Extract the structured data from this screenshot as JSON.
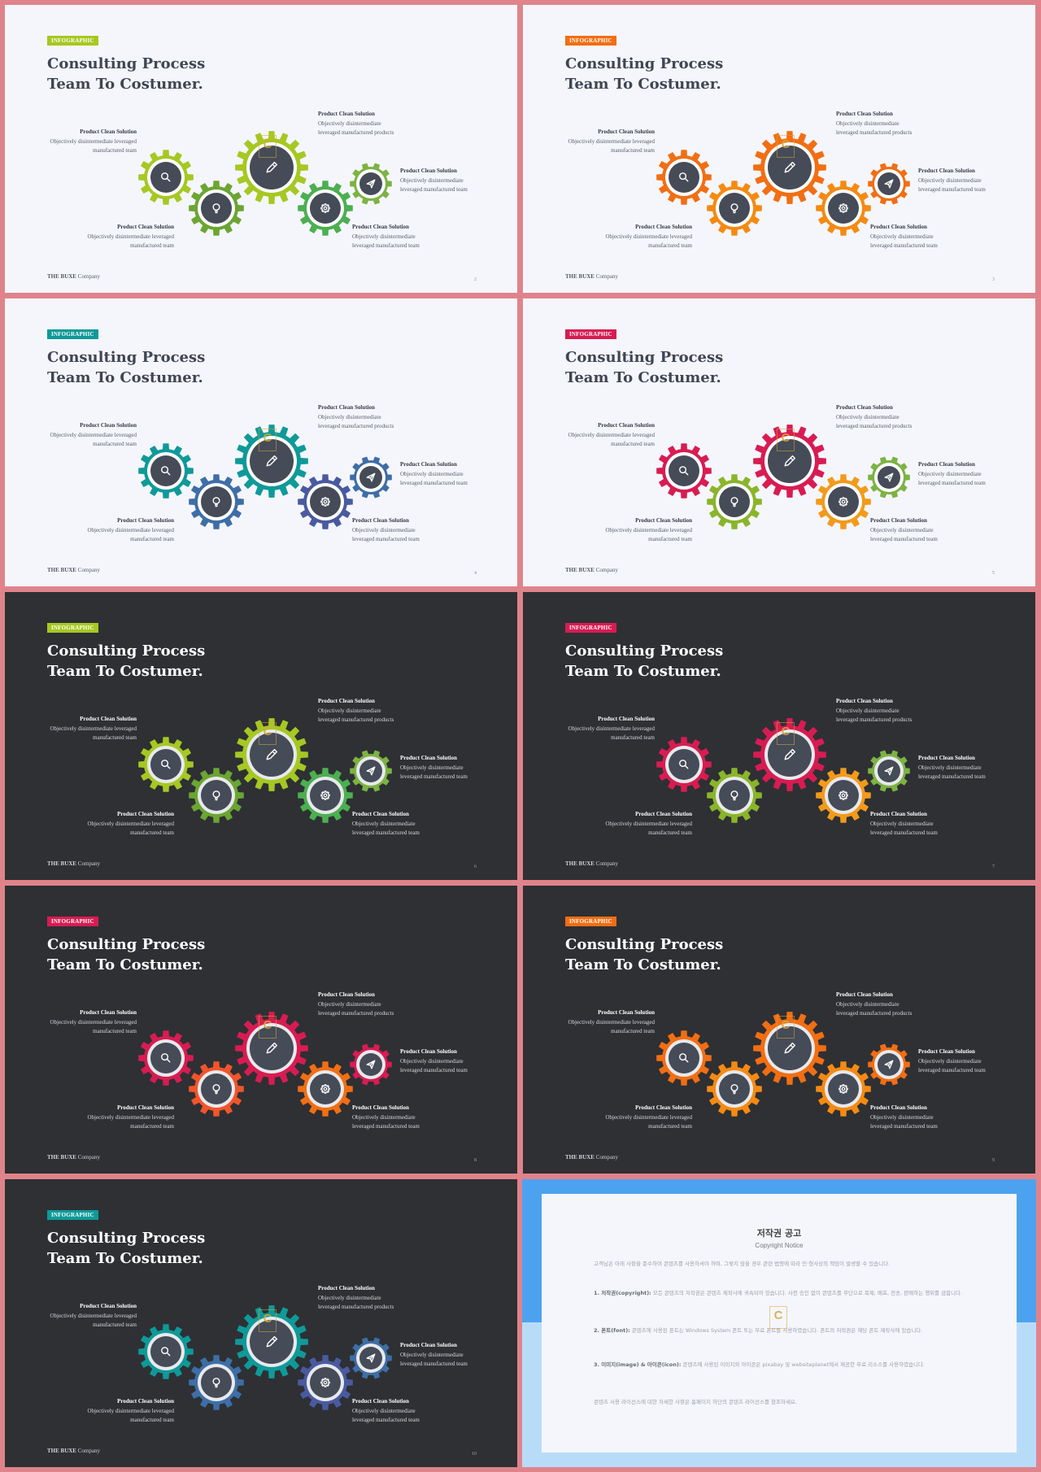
{
  "slide_text": {
    "tag": "INFOGRAPHIC",
    "title": "Consulting Process\nTeam To Costumer.",
    "blocks": {
      "top_left": {
        "heading": "Product Clean Solution",
        "line1": "Objectively disintermediate leveraged",
        "line2": "manufactured team"
      },
      "top_center": {
        "heading": "Product Clean Solution",
        "line1": "Objectively disintermediate",
        "line2": "leveraged manufactured products"
      },
      "mid_right": {
        "heading": "Product Clean Solution",
        "line1": "Objectively disintermediate",
        "line2": "leveraged manufactured team"
      },
      "bottom_left": {
        "heading": "Product Clean Solution",
        "line1": "Objectively disintermediate leveraged",
        "line2": "manufactured team"
      },
      "bottom_right": {
        "heading": "Product Clean Solution",
        "line1": "Objectively disintermediate",
        "line2": "leveraged manufactured team"
      }
    },
    "company_bold": "THE BUXE",
    "company_rest": " Company",
    "watermark": "C"
  },
  "gear_icons": [
    "search-icon",
    "lightbulb-icon",
    "pencil-icon",
    "gear-icon",
    "paper-plane-icon"
  ],
  "slides": [
    {
      "theme": "light",
      "page": "2",
      "tag_color": "#a6c822",
      "colors": [
        "#a6c822",
        "#6ba532",
        "#a6c822",
        "#4caf50",
        "#7cb342"
      ]
    },
    {
      "theme": "light",
      "page": "3",
      "tag_color": "#f26e13",
      "colors": [
        "#f26e13",
        "#f58a12",
        "#f26e13",
        "#f58a12",
        "#f26e13"
      ]
    },
    {
      "theme": "light",
      "page": "4",
      "tag_color": "#0e9a98",
      "colors": [
        "#0e9a98",
        "#3e6ea6",
        "#0e9a98",
        "#4a5aa0",
        "#3e6ea6"
      ]
    },
    {
      "theme": "light",
      "page": "5",
      "tag_color": "#d81c52",
      "colors": [
        "#d81c52",
        "#8ab52a",
        "#d81c52",
        "#f39a1a",
        "#7cb342"
      ]
    },
    {
      "theme": "dark",
      "page": "6",
      "tag_color": "#a6c822",
      "colors": [
        "#a6c822",
        "#6ba532",
        "#a6c822",
        "#4caf50",
        "#7cb342"
      ]
    },
    {
      "theme": "dark",
      "page": "7",
      "tag_color": "#d81c52",
      "colors": [
        "#d81c52",
        "#8ab52a",
        "#d81c52",
        "#f39a1a",
        "#7cb342"
      ]
    },
    {
      "theme": "dark",
      "page": "8",
      "tag_color": "#d81c52",
      "colors": [
        "#d81c52",
        "#f2542a",
        "#d81c52",
        "#f26e13",
        "#d81c52"
      ]
    },
    {
      "theme": "dark",
      "page": "9",
      "tag_color": "#f26e13",
      "colors": [
        "#f26e13",
        "#f58a12",
        "#f26e13",
        "#f58a12",
        "#f26e13"
      ]
    },
    {
      "theme": "dark",
      "page": "10",
      "tag_color": "#0e9a98",
      "colors": [
        "#0e9a98",
        "#3e6ea6",
        "#0e9a98",
        "#4a5aa0",
        "#3e6ea6"
      ]
    }
  ],
  "notice": {
    "title": "저작권 공고",
    "subtitle": "Copyright Notice",
    "intro": "고객님은 아래 사항을 준수하여 콘텐츠를 사용하셔야 하며, 그렇지 않을 경우 관련 법령에 따라 민·형사상의 책임이 발생할 수 있습니다.",
    "p1_label": "1. 저작권(copyright):",
    "p1": "모든 콘텐츠의 저작권은 콘텐츠 제작사에 귀속되어 있습니다. 사전 승인 없이 콘텐츠를 무단으로 복제, 배포, 전송, 판매하는 행위를 금합니다.",
    "p2_label": "2. 폰트(font):",
    "p2": "콘텐츠에 사용된 폰트는 Windows System 폰트 또는 무료 폰트를 사용하였습니다. 폰트의 저작권은 해당 폰트 제작사에 있습니다.",
    "p3_label": "3. 이미지(image) & 아이콘(icon):",
    "p3": "콘텐츠에 사용된 이미지와 아이콘은 pixabay 및 websiteplanet에서 제공한 무료 리소스를 사용하였습니다.",
    "outro": "콘텐츠 사용 라이선스에 대한 자세한 사항은 홈페이지 하단의 콘텐츠 라이선스를 참조하세요.",
    "watermark": "C"
  }
}
